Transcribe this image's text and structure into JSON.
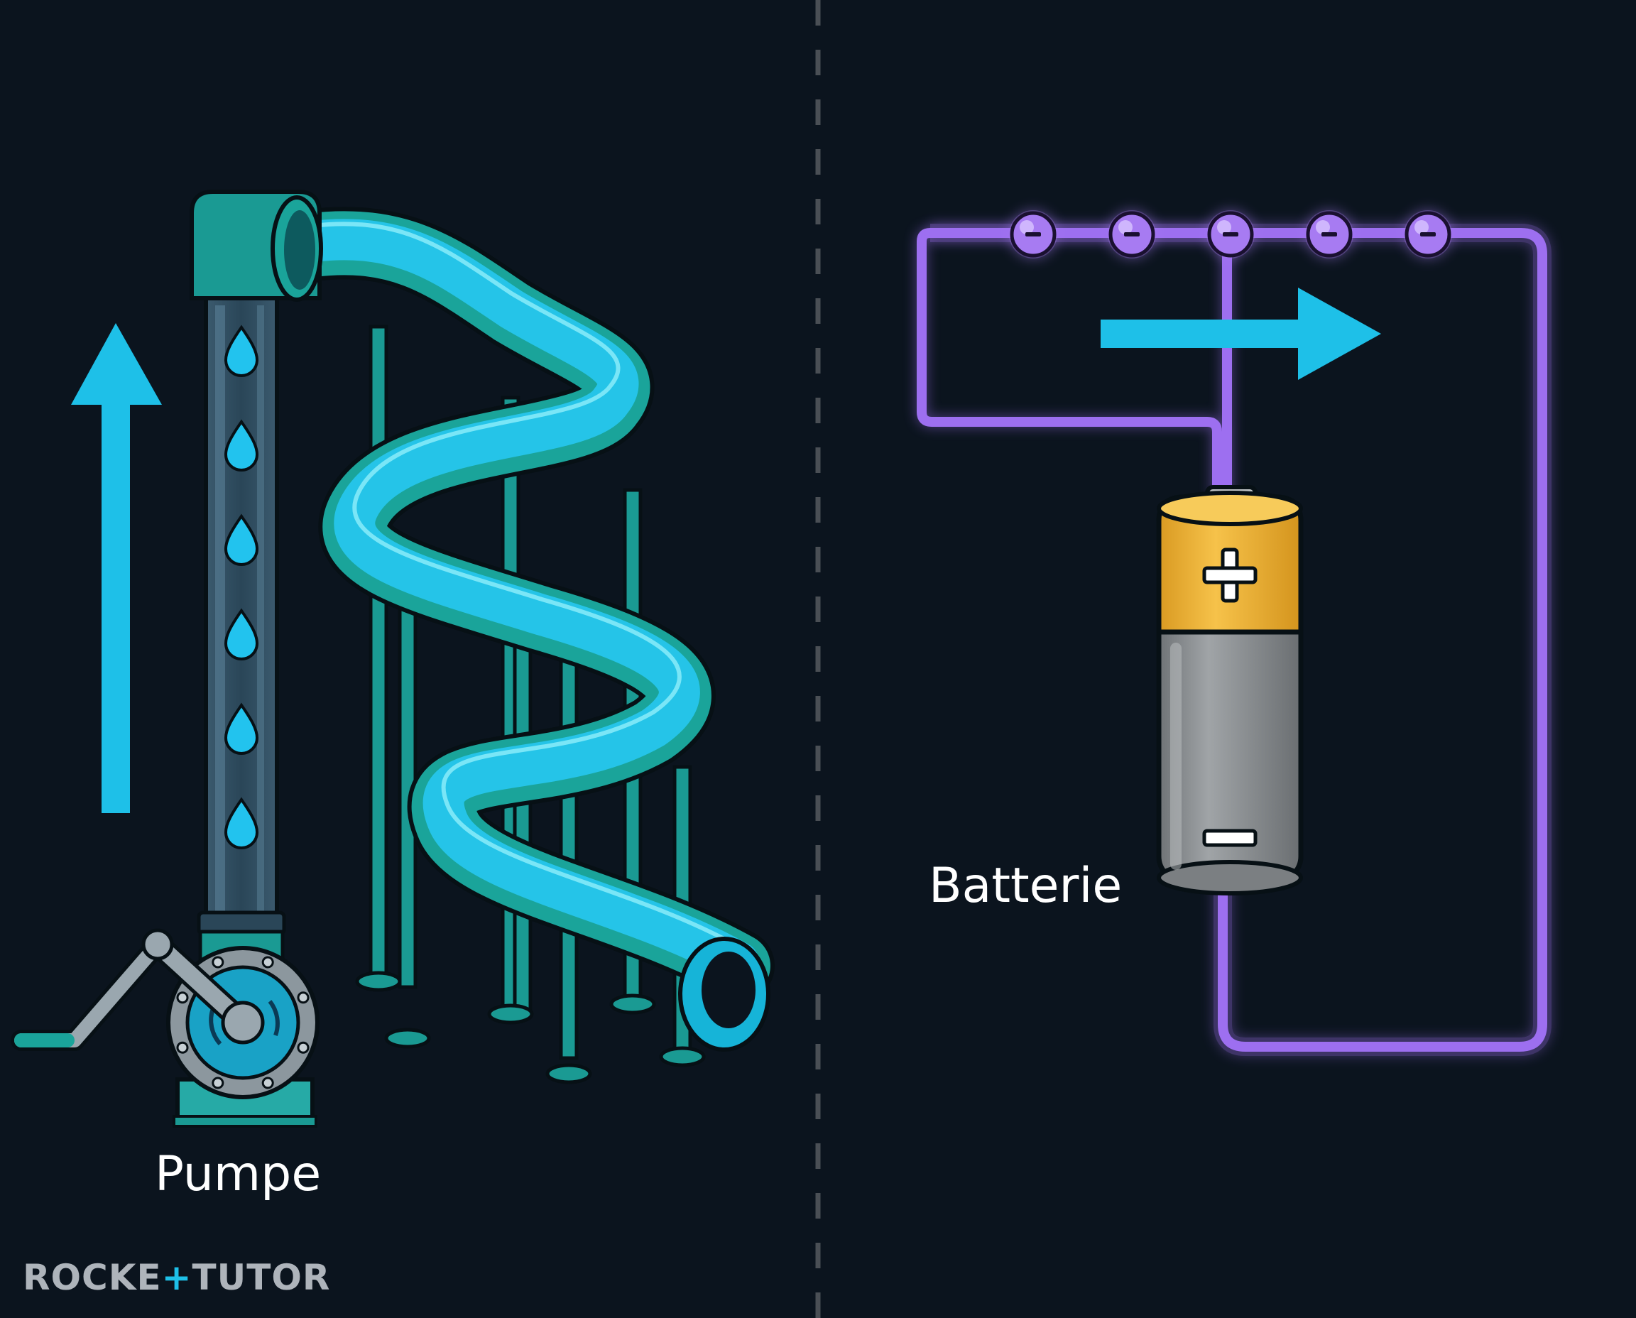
{
  "labels": {
    "pump": "Pumpe",
    "battery": "Batterie"
  },
  "logo": {
    "part1": "ROCKE",
    "accent": "+",
    "part2": "TUTO",
    "part3": "R"
  },
  "battery_terminals": {
    "positive": "+",
    "negative": "−"
  },
  "electron_count": 5,
  "water_drop_count": 6,
  "colors": {
    "background": "#0b141e",
    "arrow": "#1ec0e8",
    "wire": "#9d6ff0",
    "electron": "#a77bf2",
    "slide_inner": "#27c8ec",
    "slide_outer": "#1a9c94",
    "pipe": "#1a9a93",
    "battery_top": "#f2b83a",
    "battery_body": "#8d9194",
    "label": "#ffffff",
    "divider": "#4a4f55"
  },
  "icons": {
    "left_arrow": "arrow-up-icon",
    "right_arrow": "arrow-right-icon",
    "pump": "hand-pump-icon",
    "slide": "water-slide-icon",
    "battery": "battery-icon",
    "electron": "electron-icon"
  }
}
